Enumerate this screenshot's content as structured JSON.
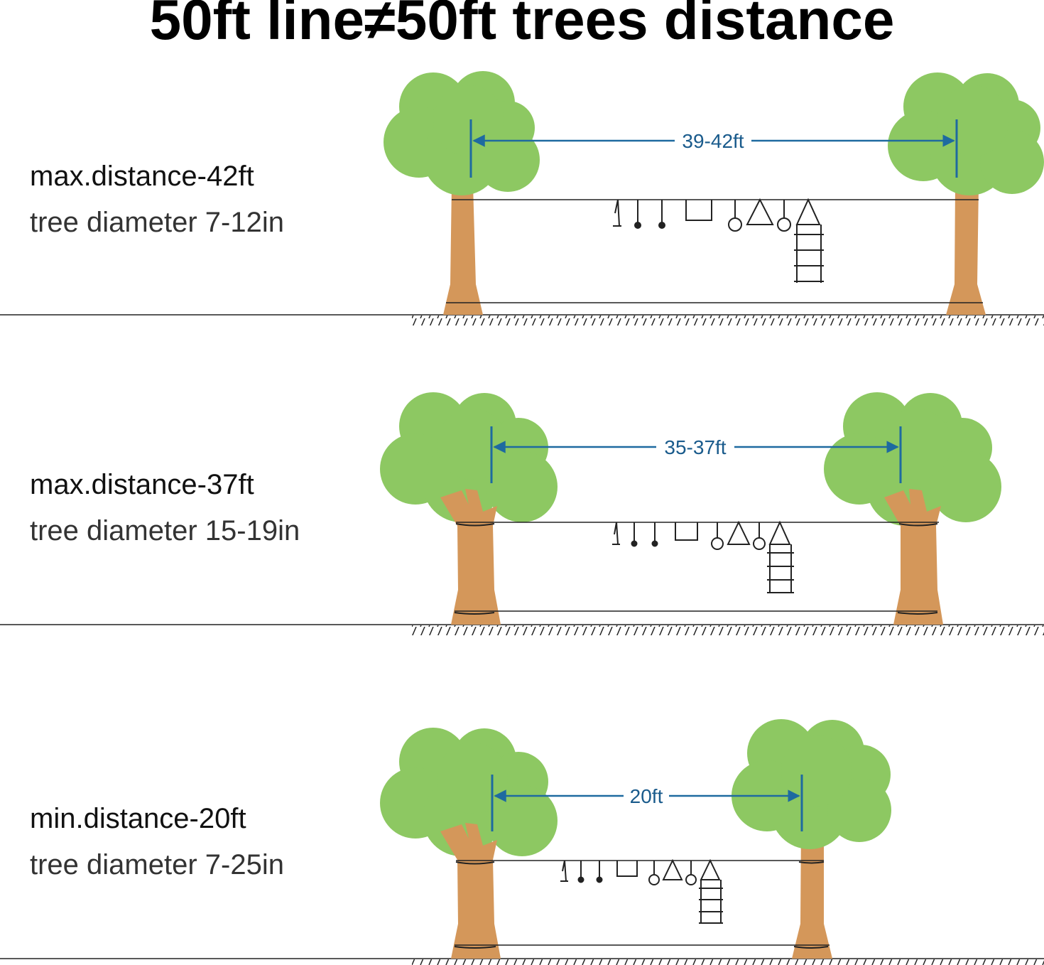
{
  "title": "50ft line≠50ft trees distance",
  "colors": {
    "foliage": "#8dc862",
    "trunk": "#d4975a",
    "arrow": "#1e6aa0",
    "label": "#1a5b8c",
    "line": "#222222"
  },
  "panels": [
    {
      "distance_label": "max.distance-42ft",
      "diameter_label": "tree diameter 7-12in",
      "span_label": "39-42ft"
    },
    {
      "distance_label": "max.distance-37ft",
      "diameter_label": "tree diameter 15-19in",
      "span_label": "35-37ft"
    },
    {
      "distance_label": "min.distance-20ft",
      "diameter_label": "tree diameter 7-25in",
      "span_label": "20ft"
    }
  ]
}
